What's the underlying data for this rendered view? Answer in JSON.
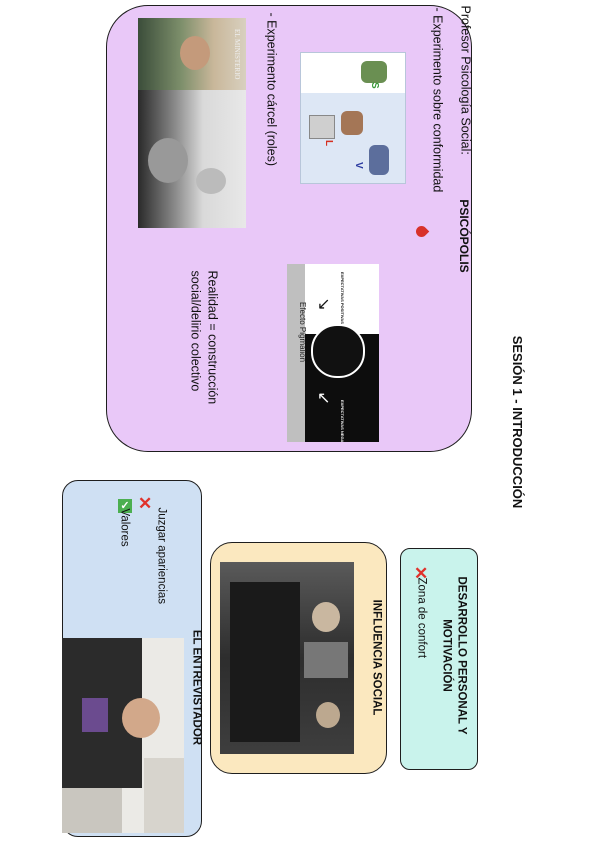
{
  "page_title": "SESIÓN 1 - INTRODUCCIÓN",
  "psicopolis": {
    "title": "PSICÓPOLIS",
    "line1": "Profesor Psicología Social:",
    "line2": "- Experimento sobre conformidad",
    "line3": "- Experimento cárcel (roles)",
    "line4": "Realidad = construcción",
    "line5": "social/delirio colectivo",
    "photo_caption": "EL MINISTERIO",
    "diagram_labels": [
      "S",
      "L",
      "V"
    ],
    "pigmalion_label": "Efecto Pigmalión",
    "pigmalion_positive": "EXPECTATIVAS POSITIVAS",
    "pigmalion_negative": "EXPECTATIVAS NEGATIVAS"
  },
  "desarrollo": {
    "title1": "DESARROLLO PERSONAL Y",
    "title2": "MOTIVACIÓN",
    "item": "Zona de confort"
  },
  "influencia": {
    "title": "INFLUENCIA SOCIAL"
  },
  "entrevistador": {
    "title": "EL ENTREVISTADOR",
    "item1": "Juzgar apariencias",
    "item2": "Valores"
  },
  "colors": {
    "psicopolis_bg": "#e9c8f8",
    "desarrollo_bg": "#c9f3ec",
    "influencia_bg": "#fbe8bf",
    "entrevistador_bg": "#cfe0f3",
    "cross": "#e0322b",
    "check": "#4caf50"
  }
}
